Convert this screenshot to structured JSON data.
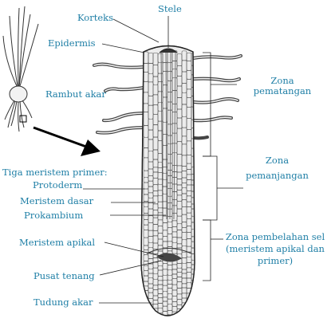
{
  "labels": {
    "korteks": "Korteks",
    "stele": "Stele",
    "epidermis": "Epidermis",
    "rambut_akar": "Rambut akar",
    "tiga_meristem": "Tiga meristem primer:",
    "protoderm": "Protoderm",
    "meristem_dasar": "Meristem dasar",
    "prokambium": "Prokambium",
    "meristem_apikal": "Meristem apikal",
    "pusat_tenang": "Pusat tenang",
    "tudung_akar": "Tudung akar"
  },
  "zones": {
    "pematangan": [
      "Zona",
      "pematangan"
    ],
    "pemanjangan": [
      "Zona",
      "pemanjangan"
    ],
    "pembelahan": [
      "Zona pembelahan sel",
      "(meristem apikal dan",
      "primer)"
    ]
  },
  "colors": {
    "label": "#1f7fa6",
    "line": "#222222"
  }
}
